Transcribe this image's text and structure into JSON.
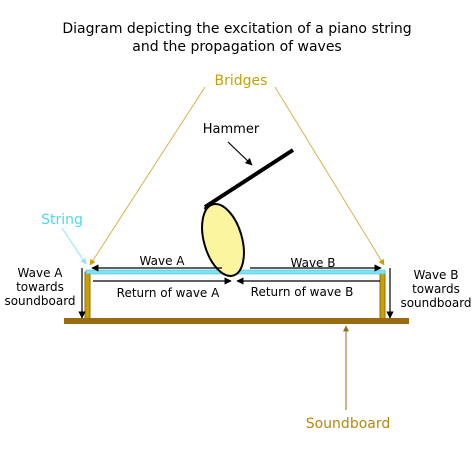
{
  "title": {
    "line1": "Diagram depicting the excitation of a piano string",
    "line2": "and the propagation of waves"
  },
  "labels": {
    "bridges": "Bridges",
    "hammer": "Hammer",
    "string": "String",
    "wave_a": "Wave A",
    "wave_b": "Wave B",
    "return_a": "Return of wave A",
    "return_b": "Return of wave B",
    "wave_a_towards": [
      "Wave A",
      "towards",
      "soundboard"
    ],
    "wave_b_towards": [
      "Wave B",
      "towards",
      "soundboard"
    ],
    "soundboard": "Soundboard"
  },
  "colors": {
    "text": "#000000",
    "bridges": "#c8a000",
    "bridge_pointer": "#d9b24a",
    "string_label": "#4dd8f0",
    "string_pointer": "#8ae6f5",
    "string": "#7fe3f2",
    "hammer_head": "#fbf5a0",
    "wood": "#9a6a12",
    "soundboard_label": "#b8860b"
  }
}
